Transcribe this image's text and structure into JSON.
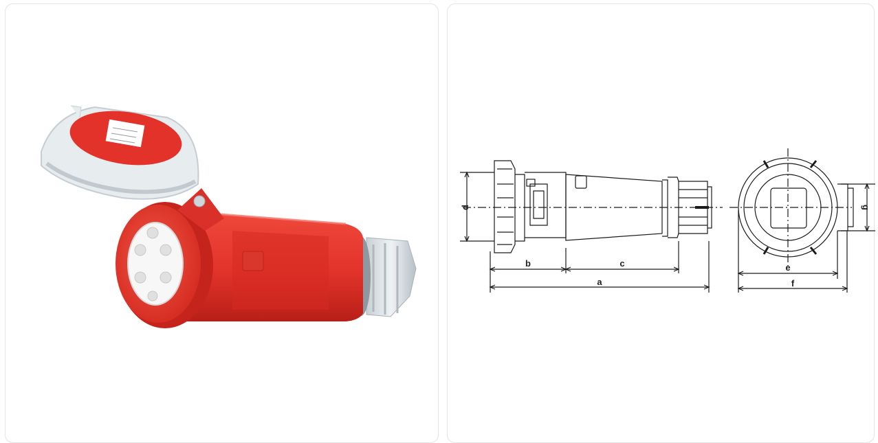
{
  "product_photo": {
    "colors": {
      "body": "#e2332a",
      "body_shade": "#b81f18",
      "cover": "#e6ecef",
      "insert": "#f6f6f6"
    }
  },
  "dimension_drawing": {
    "labels": {
      "a": "a",
      "b": "b",
      "c": "c",
      "d": "d",
      "e": "e",
      "f": "f",
      "g": "g"
    },
    "line_color": "#1a1a1a"
  }
}
